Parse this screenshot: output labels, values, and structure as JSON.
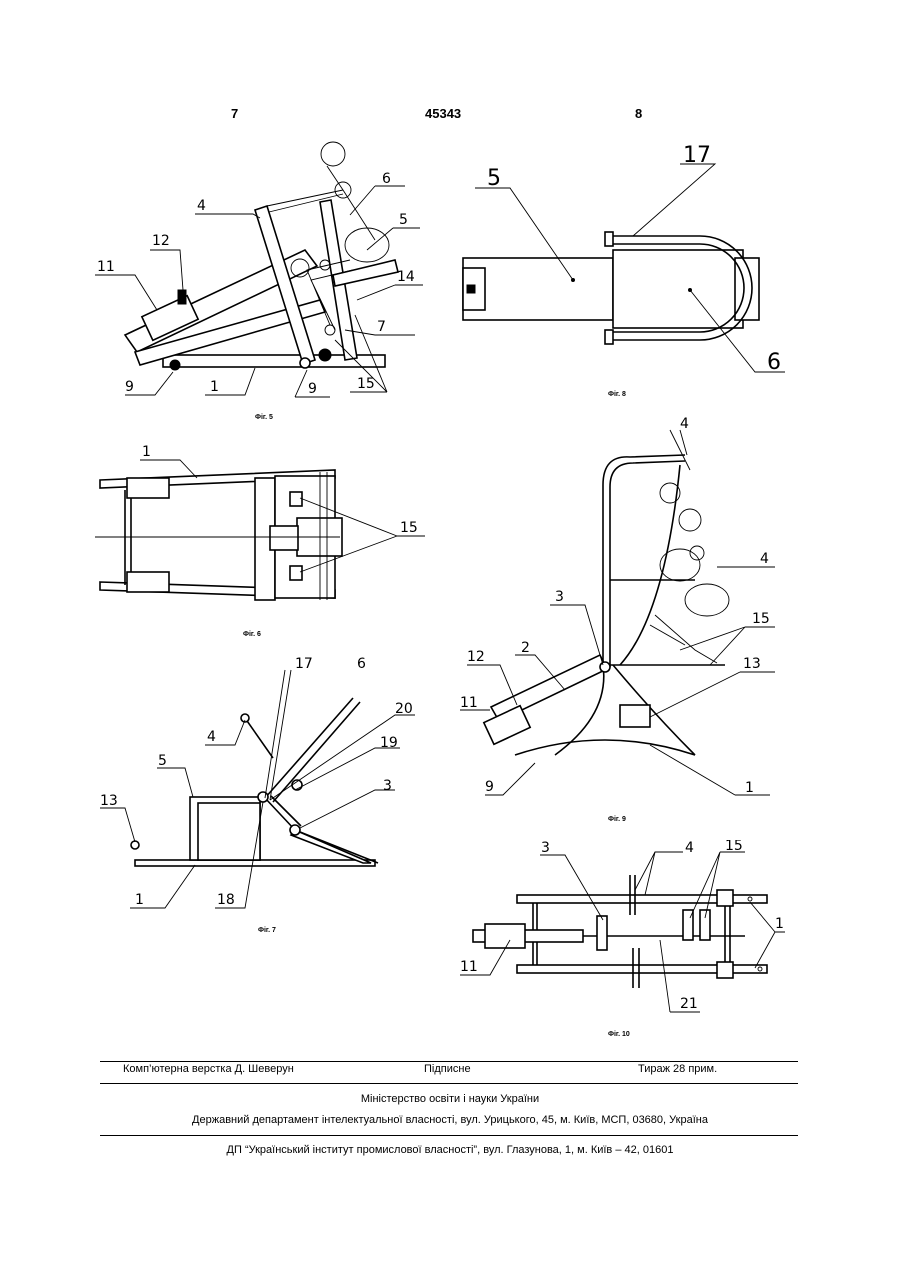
{
  "page_numbers": {
    "left": "7",
    "center": "45343",
    "right": "8"
  },
  "figures": {
    "fig5": {
      "caption": "Фіг. 5",
      "labels": [
        "1",
        "4",
        "5",
        "6",
        "7",
        "9",
        "9",
        "11",
        "12",
        "14",
        "15"
      ]
    },
    "fig6": {
      "caption": "Фіг. 6",
      "labels": [
        "1",
        "15"
      ]
    },
    "fig7": {
      "caption": "Фіг. 7",
      "labels": [
        "1",
        "3",
        "4",
        "5",
        "6",
        "13",
        "17",
        "18",
        "19",
        "20"
      ]
    },
    "fig8": {
      "caption": "Фіг. 8",
      "labels": [
        "5",
        "6",
        "17"
      ]
    },
    "fig9": {
      "caption": "Фіг. 9",
      "labels": [
        "1",
        "2",
        "3",
        "4",
        "4",
        "9",
        "11",
        "12",
        "13",
        "15"
      ]
    },
    "fig10": {
      "caption": "Фіг. 10",
      "labels": [
        "1",
        "3",
        "4",
        "11",
        "15",
        "21"
      ]
    }
  },
  "footer": {
    "layout_by": "Комп’ютерна верстка Д. Шеверун",
    "signed": "Підписне",
    "circulation": "Тираж 28 прим.",
    "ministry": "Міністерство освіти і науки України",
    "department": "Державний департамент інтелектуальної власності, вул. Урицького, 45, м. Київ, МСП, 03680, Україна",
    "institute": "ДП “Український інститут промислової власності”, вул. Глазунова, 1, м. Київ – 42, 01601"
  }
}
